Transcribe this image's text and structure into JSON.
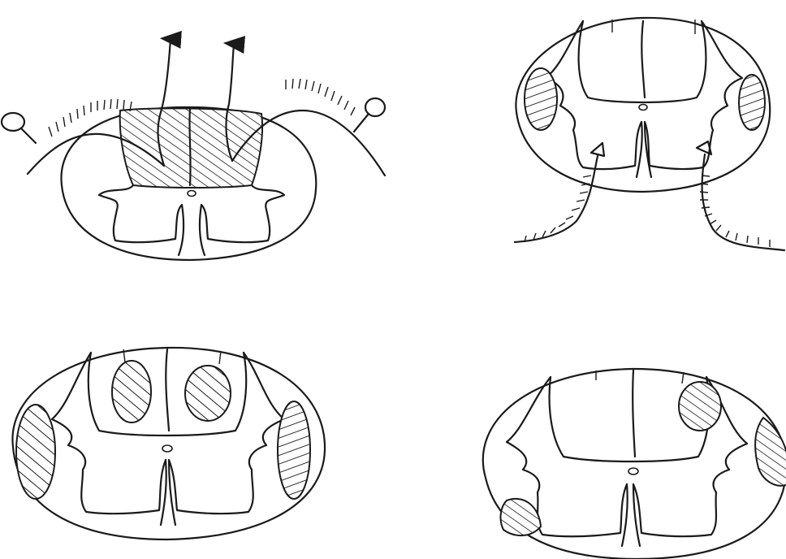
{
  "figure": {
    "background": "#ffffff",
    "ink_color": "#1a1a1a",
    "hatch_color": "#1a1a1a"
  },
  "panels": [
    {
      "id": "top-left",
      "lesion_icon": "dorsal-column-hatch",
      "annotation_icons": [
        "arrow-up-icon",
        "arrow-up-icon",
        "ganglion-icon",
        "ganglion-icon"
      ]
    },
    {
      "id": "top-right",
      "lesion_icon": "lateral-column-hatch",
      "annotation_icons": [
        "anterior-horn-triangle-icon",
        "anterior-horn-triangle-icon"
      ]
    },
    {
      "id": "bottom-left",
      "lesion_icon": "dorsal-and-lateral-hatch"
    },
    {
      "id": "bottom-right",
      "lesion_icon": "unilateral-hatch"
    }
  ]
}
